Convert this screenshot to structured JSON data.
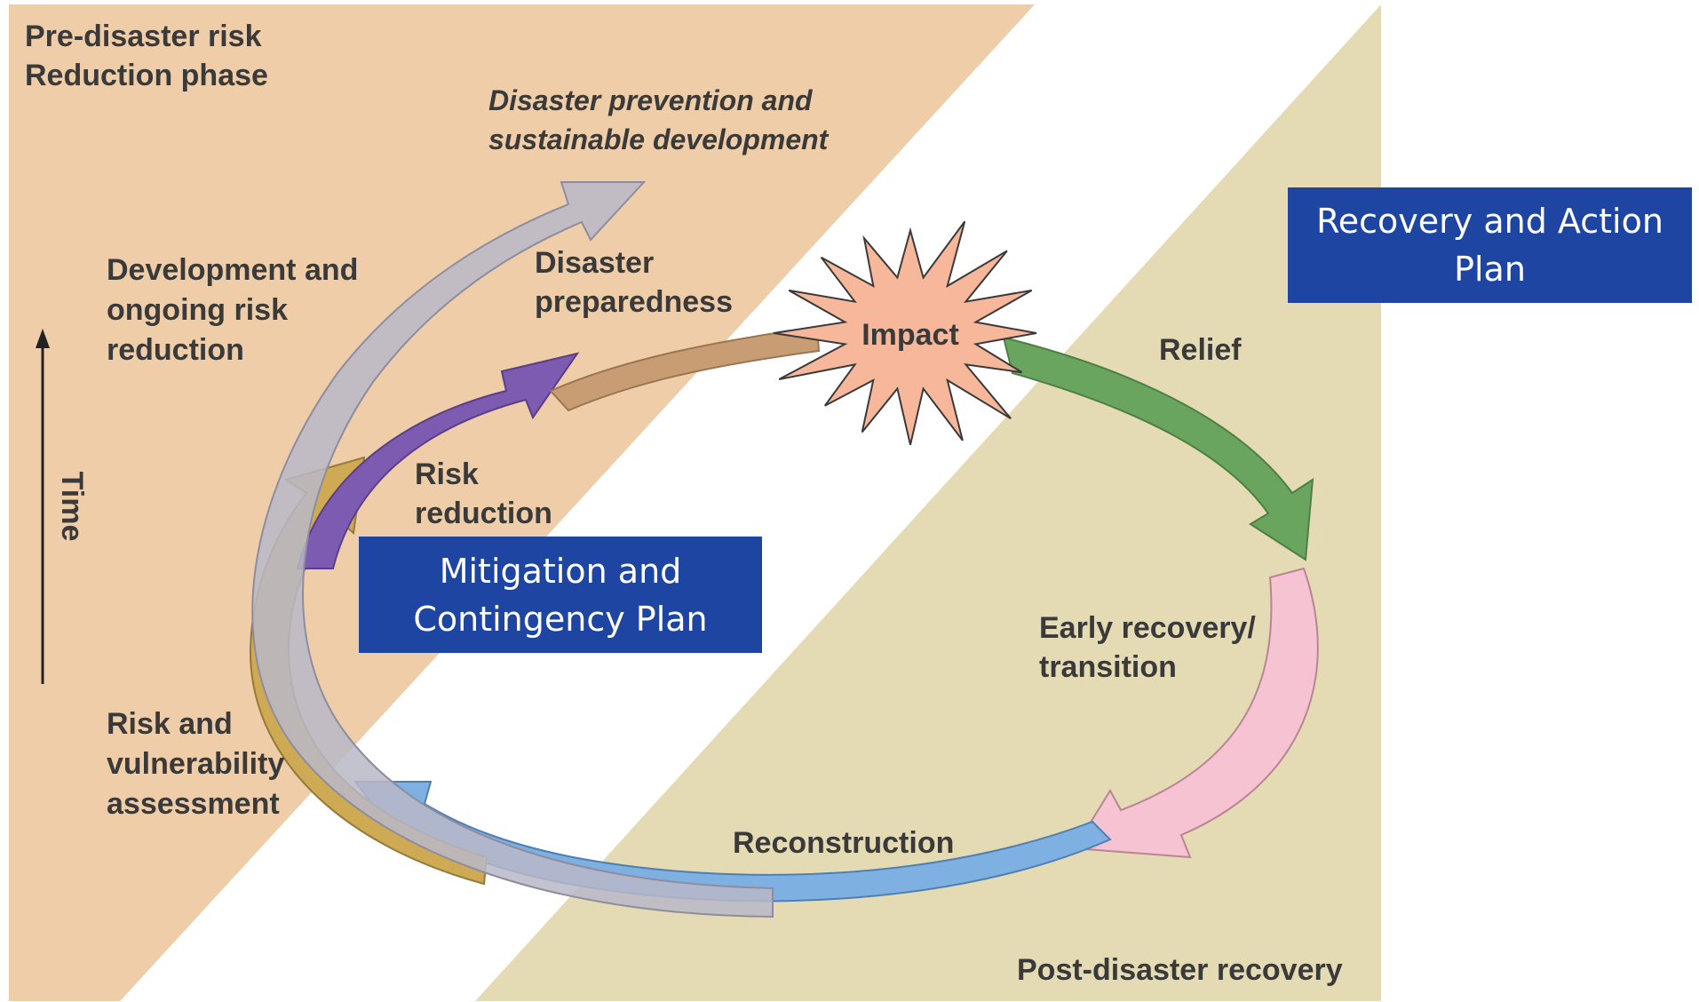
{
  "phases": {
    "pre_disaster": {
      "line1": "Pre-disaster risk",
      "line2": "Reduction phase"
    },
    "post_disaster": "Post-disaster recovery",
    "prevention": {
      "line1": "Disaster prevention and",
      "line2": "sustainable development"
    }
  },
  "time_axis": "Time",
  "impact": "Impact",
  "cycle_labels": {
    "relief": "Relief",
    "early_recovery": {
      "line1": "Early recovery/",
      "line2": "transition"
    },
    "reconstruction": "Reconstruction",
    "risk_assessment": {
      "line1": "Risk and",
      "line2": "vulnerability",
      "line3": "assessment"
    },
    "risk_reduction": {
      "line1": "Risk",
      "line2": "reduction"
    },
    "preparedness": {
      "line1": "Disaster",
      "line2": "preparedness"
    },
    "development": {
      "line1": "Development and",
      "line2": "ongoing risk",
      "line3": "reduction"
    }
  },
  "boxes": {
    "mitigation": {
      "line1": "Mitigation and",
      "line2": "Contingency Plan"
    },
    "recovery": {
      "line1": "Recovery and Action",
      "line2": "Plan"
    }
  },
  "colors": {
    "pre_phase_bg": "#eecda8",
    "post_phase_bg": "#e4dbb4",
    "box_bg": "#1f45a3",
    "relief_arrow": "#6aa55f",
    "early_recovery_arrow": "#f6c3d2",
    "reconstruction_arrow": "#7fb0e2",
    "assessment_arrow": "#cfaa55",
    "risk_reduction_arrow": "#7c5bb0",
    "preparedness_arrow": "#c99d74",
    "development_arrow": "#b9b8c8",
    "impact_star": "#f6b79a"
  }
}
